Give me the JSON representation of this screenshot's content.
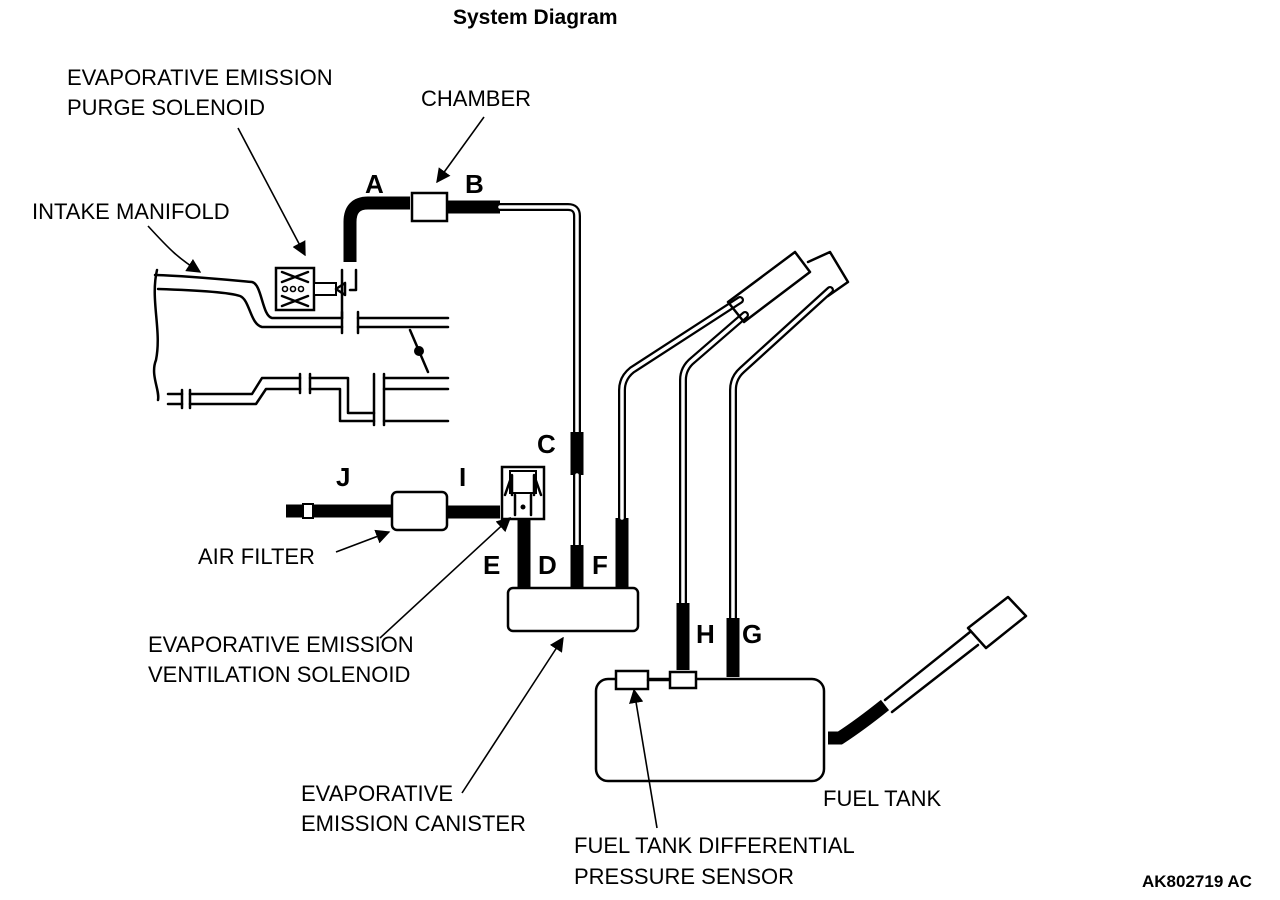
{
  "title": "System Diagram",
  "figure_code": "AK802719 AC",
  "components": {
    "purge_solenoid": [
      "EVAPORATIVE EMISSION",
      "PURGE SOLENOID"
    ],
    "chamber": "CHAMBER",
    "intake_manifold": "INTAKE MANIFOLD",
    "air_filter": "AIR FILTER",
    "ventilation_solenoid": [
      "EVAPORATIVE EMISSION",
      "VENTILATION SOLENOID"
    ],
    "canister": [
      "EVAPORATIVE",
      "EMISSION CANISTER"
    ],
    "fuel_tank": "FUEL TANK",
    "pressure_sensor": [
      "FUEL TANK DIFFERENTIAL",
      "PRESSURE SENSOR"
    ]
  },
  "hoses": {
    "a": "A",
    "b": "B",
    "c": "C",
    "d": "D",
    "e": "E",
    "f": "F",
    "g": "G",
    "h": "H",
    "i": "I",
    "j": "J"
  }
}
